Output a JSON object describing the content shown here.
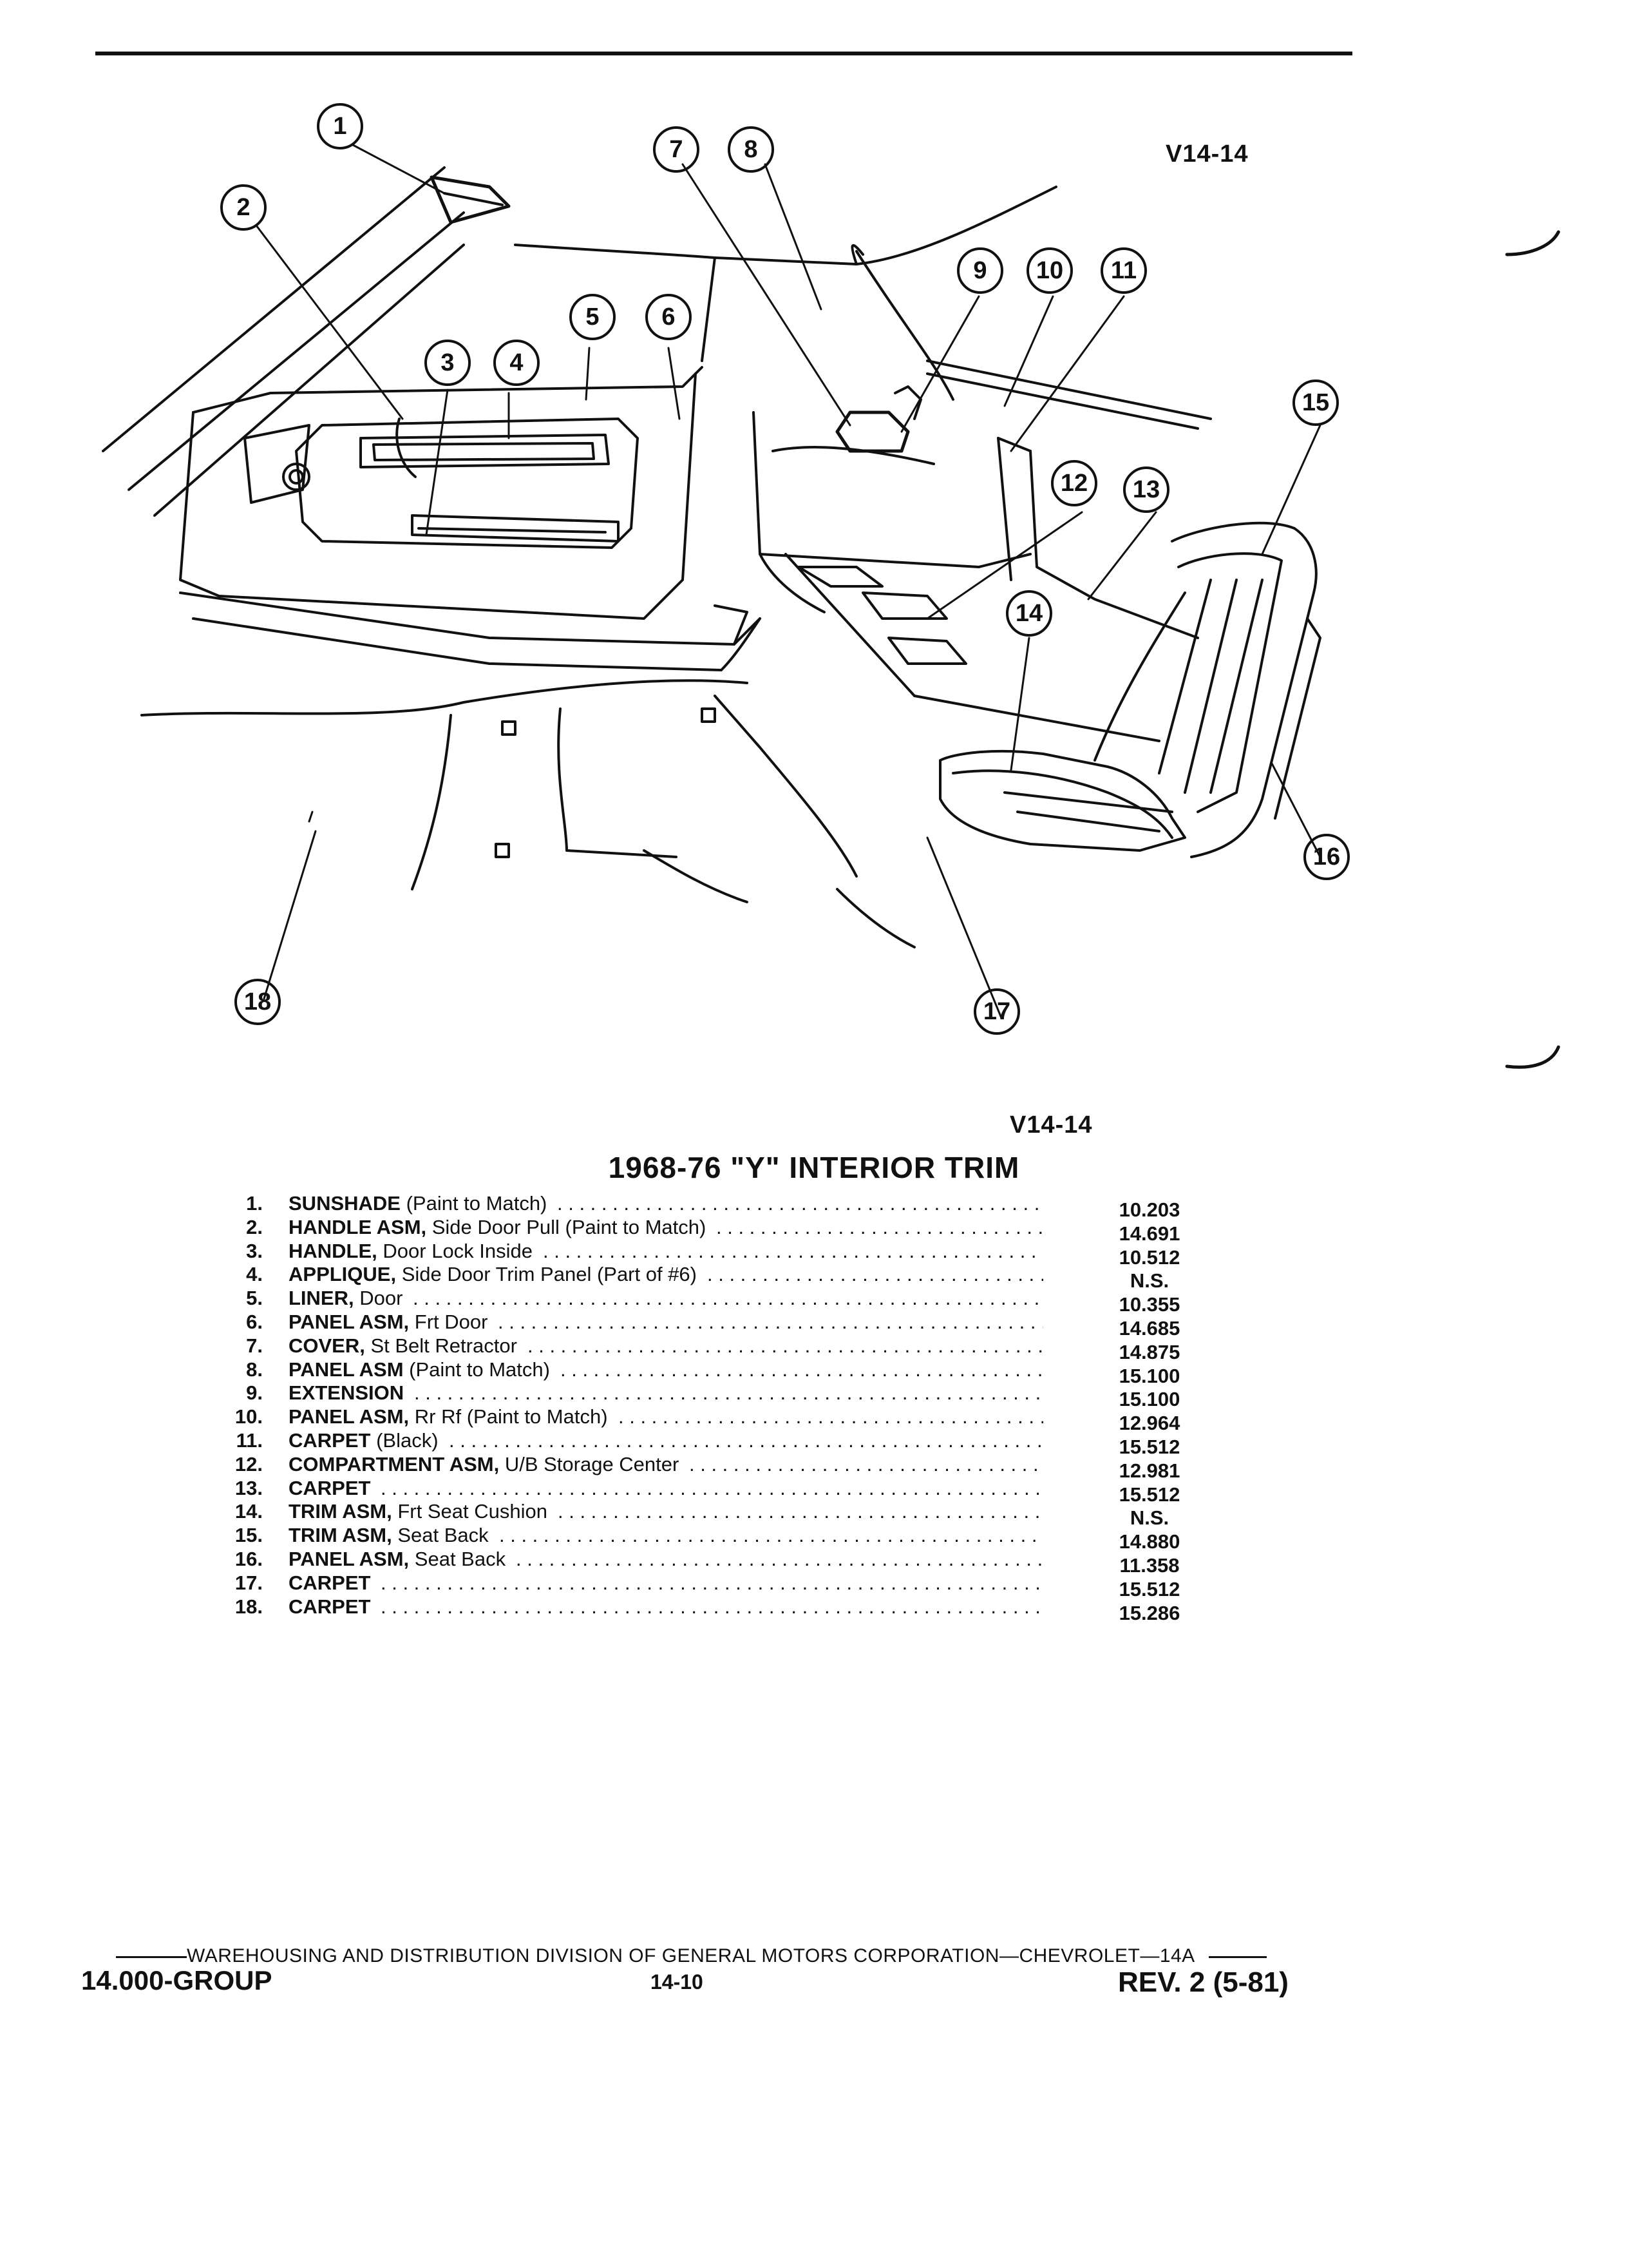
{
  "figure": {
    "code_top": "V14-14",
    "code_bottom": "V14-14",
    "callouts": [
      "1",
      "2",
      "3",
      "4",
      "5",
      "6",
      "7",
      "8",
      "9",
      "10",
      "11",
      "12",
      "13",
      "14",
      "15",
      "16",
      "17",
      "18"
    ]
  },
  "title": "1968-76 \"Y\" INTERIOR TRIM",
  "parts": [
    {
      "num": "1.",
      "name": "SUNSHADE",
      "detail": " (Paint to Match)",
      "ref": "10.203"
    },
    {
      "num": "2.",
      "name": "HANDLE ASM,",
      "detail": " Side Door Pull (Paint to Match)",
      "ref": "14.691"
    },
    {
      "num": "3.",
      "name": "HANDLE,",
      "detail": " Door Lock Inside",
      "ref": "10.512"
    },
    {
      "num": "4.",
      "name": "APPLIQUE,",
      "detail": " Side Door Trim Panel (Part of #6)",
      "ref": "N.S."
    },
    {
      "num": "5.",
      "name": "LINER,",
      "detail": " Door",
      "ref": "10.355"
    },
    {
      "num": "6.",
      "name": "PANEL ASM,",
      "detail": " Frt Door",
      "ref": "14.685"
    },
    {
      "num": "7.",
      "name": "COVER,",
      "detail": " St Belt Retractor",
      "ref": "14.875"
    },
    {
      "num": "8.",
      "name": "PANEL ASM",
      "detail": " (Paint to Match)",
      "ref": "15.100"
    },
    {
      "num": "9.",
      "name": "EXTENSION",
      "detail": "",
      "ref": "15.100"
    },
    {
      "num": "10.",
      "name": "PANEL ASM,",
      "detail": " Rr Rf (Paint to Match)",
      "ref": "12.964"
    },
    {
      "num": "11.",
      "name": "CARPET",
      "detail": " (Black)",
      "ref": "15.512"
    },
    {
      "num": "12.",
      "name": "COMPARTMENT ASM,",
      "detail": " U/B Storage Center",
      "ref": "12.981"
    },
    {
      "num": "13.",
      "name": "CARPET",
      "detail": "",
      "ref": "15.512"
    },
    {
      "num": "14.",
      "name": "TRIM ASM,",
      "detail": " Frt Seat Cushion",
      "ref": "N.S."
    },
    {
      "num": "15.",
      "name": "TRIM ASM,",
      "detail": " Seat Back",
      "ref": "14.880"
    },
    {
      "num": "16.",
      "name": "PANEL ASM,",
      "detail": " Seat Back",
      "ref": "11.358"
    },
    {
      "num": "17.",
      "name": "CARPET",
      "detail": "",
      "ref": "15.512"
    },
    {
      "num": "18.",
      "name": "CARPET",
      "detail": "",
      "ref": "15.286"
    }
  ],
  "footer": {
    "division": "WAREHOUSING AND DISTRIBUTION  DIVISION OF GENERAL MOTORS CORPORATION—CHEVROLET—14A",
    "group": "14.000-GROUP",
    "page": "14-10",
    "revision": "REV. 2 (5-81)"
  }
}
